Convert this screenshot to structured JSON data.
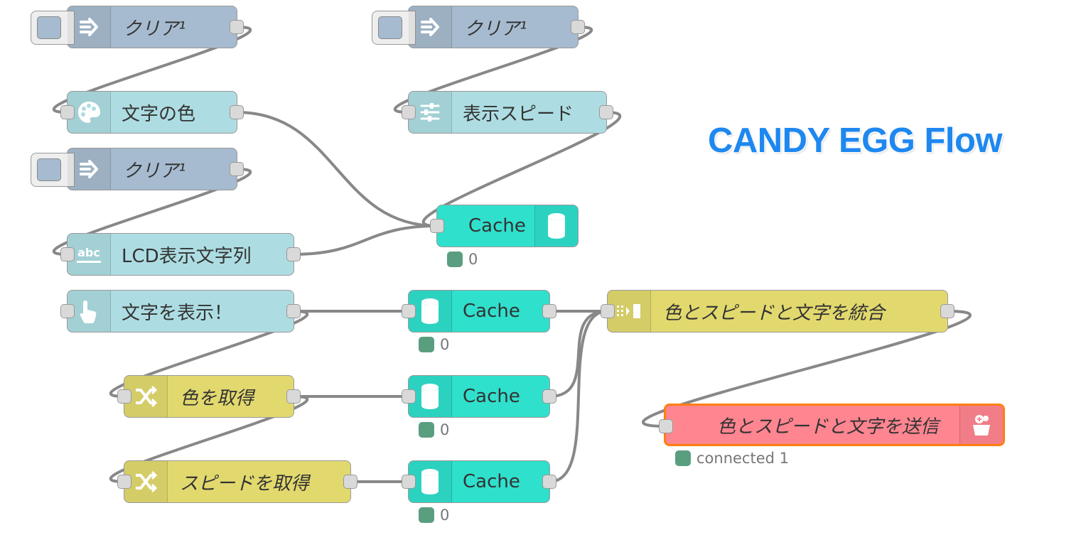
{
  "title": {
    "text": "CANDY EGG Flow",
    "color": "#1e88f0"
  },
  "colors": {
    "inject": "#a6bbcf",
    "function": "#addde2",
    "cache": "#2fe0cc",
    "change": "#e2d96e",
    "send": "#ff8590",
    "send_selected_border": "#ff7f0e",
    "wire": "#888888",
    "status_ok": "#5a9e80"
  },
  "nodes": [
    {
      "id": "inject1",
      "kind": "inject",
      "label": "クリア¹",
      "italic": true,
      "icon": "arrow-right-icon"
    },
    {
      "id": "inject2",
      "kind": "inject",
      "label": "クリア¹",
      "italic": true,
      "icon": "arrow-right-icon"
    },
    {
      "id": "inject3",
      "kind": "inject",
      "label": "クリア¹",
      "italic": true,
      "icon": "arrow-right-icon"
    },
    {
      "id": "color",
      "kind": "function",
      "label": "文字の色",
      "italic": false,
      "icon": "palette-icon"
    },
    {
      "id": "speed",
      "kind": "function",
      "label": "表示スピード",
      "italic": false,
      "icon": "sliders-icon"
    },
    {
      "id": "lcd",
      "kind": "function",
      "label": "LCD表示文字列",
      "italic": false,
      "icon": "abc-text-icon"
    },
    {
      "id": "show",
      "kind": "function",
      "label": "文字を表示！",
      "italic": false,
      "icon": "pointing-hand-icon"
    },
    {
      "id": "cacheTop",
      "kind": "cache",
      "label": "Cache",
      "italic": false,
      "icon": "cylinder-icon",
      "status": "0"
    },
    {
      "id": "cache1",
      "kind": "cache",
      "label": "Cache",
      "italic": false,
      "icon": "cylinder-icon",
      "status": "0"
    },
    {
      "id": "cache2",
      "kind": "cache",
      "label": "Cache",
      "italic": false,
      "icon": "cylinder-icon",
      "status": "0"
    },
    {
      "id": "cache3",
      "kind": "cache",
      "label": "Cache",
      "italic": false,
      "icon": "cylinder-icon",
      "status": "0"
    },
    {
      "id": "getColor",
      "kind": "change",
      "label": "色を取得",
      "italic": true,
      "icon": "shuffle-icon"
    },
    {
      "id": "getSpeed",
      "kind": "change",
      "label": "スピードを取得",
      "italic": true,
      "icon": "shuffle-icon"
    },
    {
      "id": "merge",
      "kind": "change",
      "label": "色とスピードと文字を統合",
      "italic": true,
      "icon": "join-icon"
    },
    {
      "id": "send",
      "kind": "send",
      "label": "色とスピードと文字を送信",
      "italic": true,
      "icon": "candy-egg-icon",
      "status": "connected 1"
    }
  ],
  "wires": [
    [
      "inject1",
      "color"
    ],
    [
      "inject2",
      "speed"
    ],
    [
      "inject3",
      "lcd"
    ],
    [
      "color",
      "cacheTop"
    ],
    [
      "speed",
      "cacheTop"
    ],
    [
      "lcd",
      "cacheTop"
    ],
    [
      "show",
      "cache1"
    ],
    [
      "show",
      "getColor"
    ],
    [
      "getColor",
      "cache2"
    ],
    [
      "getColor",
      "getSpeed"
    ],
    [
      "getSpeed",
      "cache3"
    ],
    [
      "cache1",
      "merge"
    ],
    [
      "cache2",
      "merge"
    ],
    [
      "cache3",
      "merge"
    ],
    [
      "merge",
      "send"
    ]
  ]
}
